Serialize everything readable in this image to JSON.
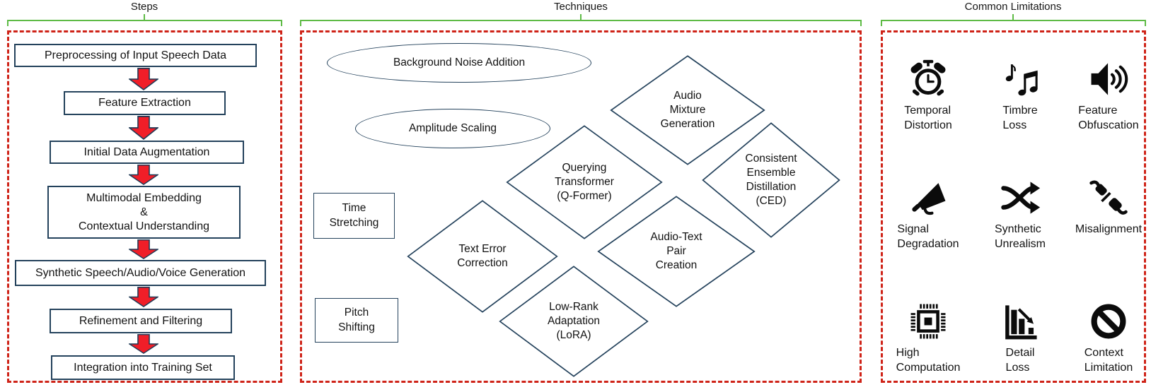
{
  "colors": {
    "border_red": "#CF2318",
    "bracket_green": "#5EBB46",
    "shape_outline": "#24425C",
    "arrow_fill": "#F01E28",
    "arrow_outline": "#203A56",
    "icon_black": "#0B0B0B",
    "text_dark": "#1A1A1A"
  },
  "sections": {
    "steps": {
      "title": "Steps",
      "boxes": [
        "Preprocessing of Input Speech Data",
        "Feature Extraction",
        "Initial Data Augmentation",
        "Multimodal Embedding\n&\nContextual Understanding",
        "Synthetic Speech/Audio/Voice Generation",
        "Refinement and Filtering",
        "Integration into Training Set"
      ]
    },
    "techniques": {
      "title": "Techniques",
      "ellipses": [
        "Background Noise Addition",
        "Amplitude Scaling"
      ],
      "rects": [
        "Time\nStretching",
        "Pitch\nShifting"
      ],
      "diamonds": [
        "Querying\nTransformer\n(Q-Former)",
        "Audio\nMixture\nGeneration",
        "Consistent\nEnsemble\nDistillation\n(CED)",
        "Text Error\nCorrection",
        "Audio-Text\nPair\nCreation",
        "Low-Rank\nAdaptation\n(LoRA)"
      ]
    },
    "limitations": {
      "title": "Common Limitations",
      "items": [
        {
          "icon": "alarm-clock-icon",
          "label": "Temporal\nDistortion"
        },
        {
          "icon": "music-notes-icon",
          "label": "Timbre\nLoss"
        },
        {
          "icon": "speaker-sound-icon",
          "label": "Feature\nObfuscation"
        },
        {
          "icon": "megaphone-icon",
          "label": "Signal\nDegradation"
        },
        {
          "icon": "shuffle-arrows-icon",
          "label": "Synthetic\nUnrealism"
        },
        {
          "icon": "unplugged-icon",
          "label": "Misalignment"
        },
        {
          "icon": "cpu-chip-icon",
          "label": "High\nComputation"
        },
        {
          "icon": "declining-chart-icon",
          "label": "Detail\nLoss"
        },
        {
          "icon": "prohibited-icon",
          "label": "Context\nLimitation"
        }
      ]
    }
  }
}
